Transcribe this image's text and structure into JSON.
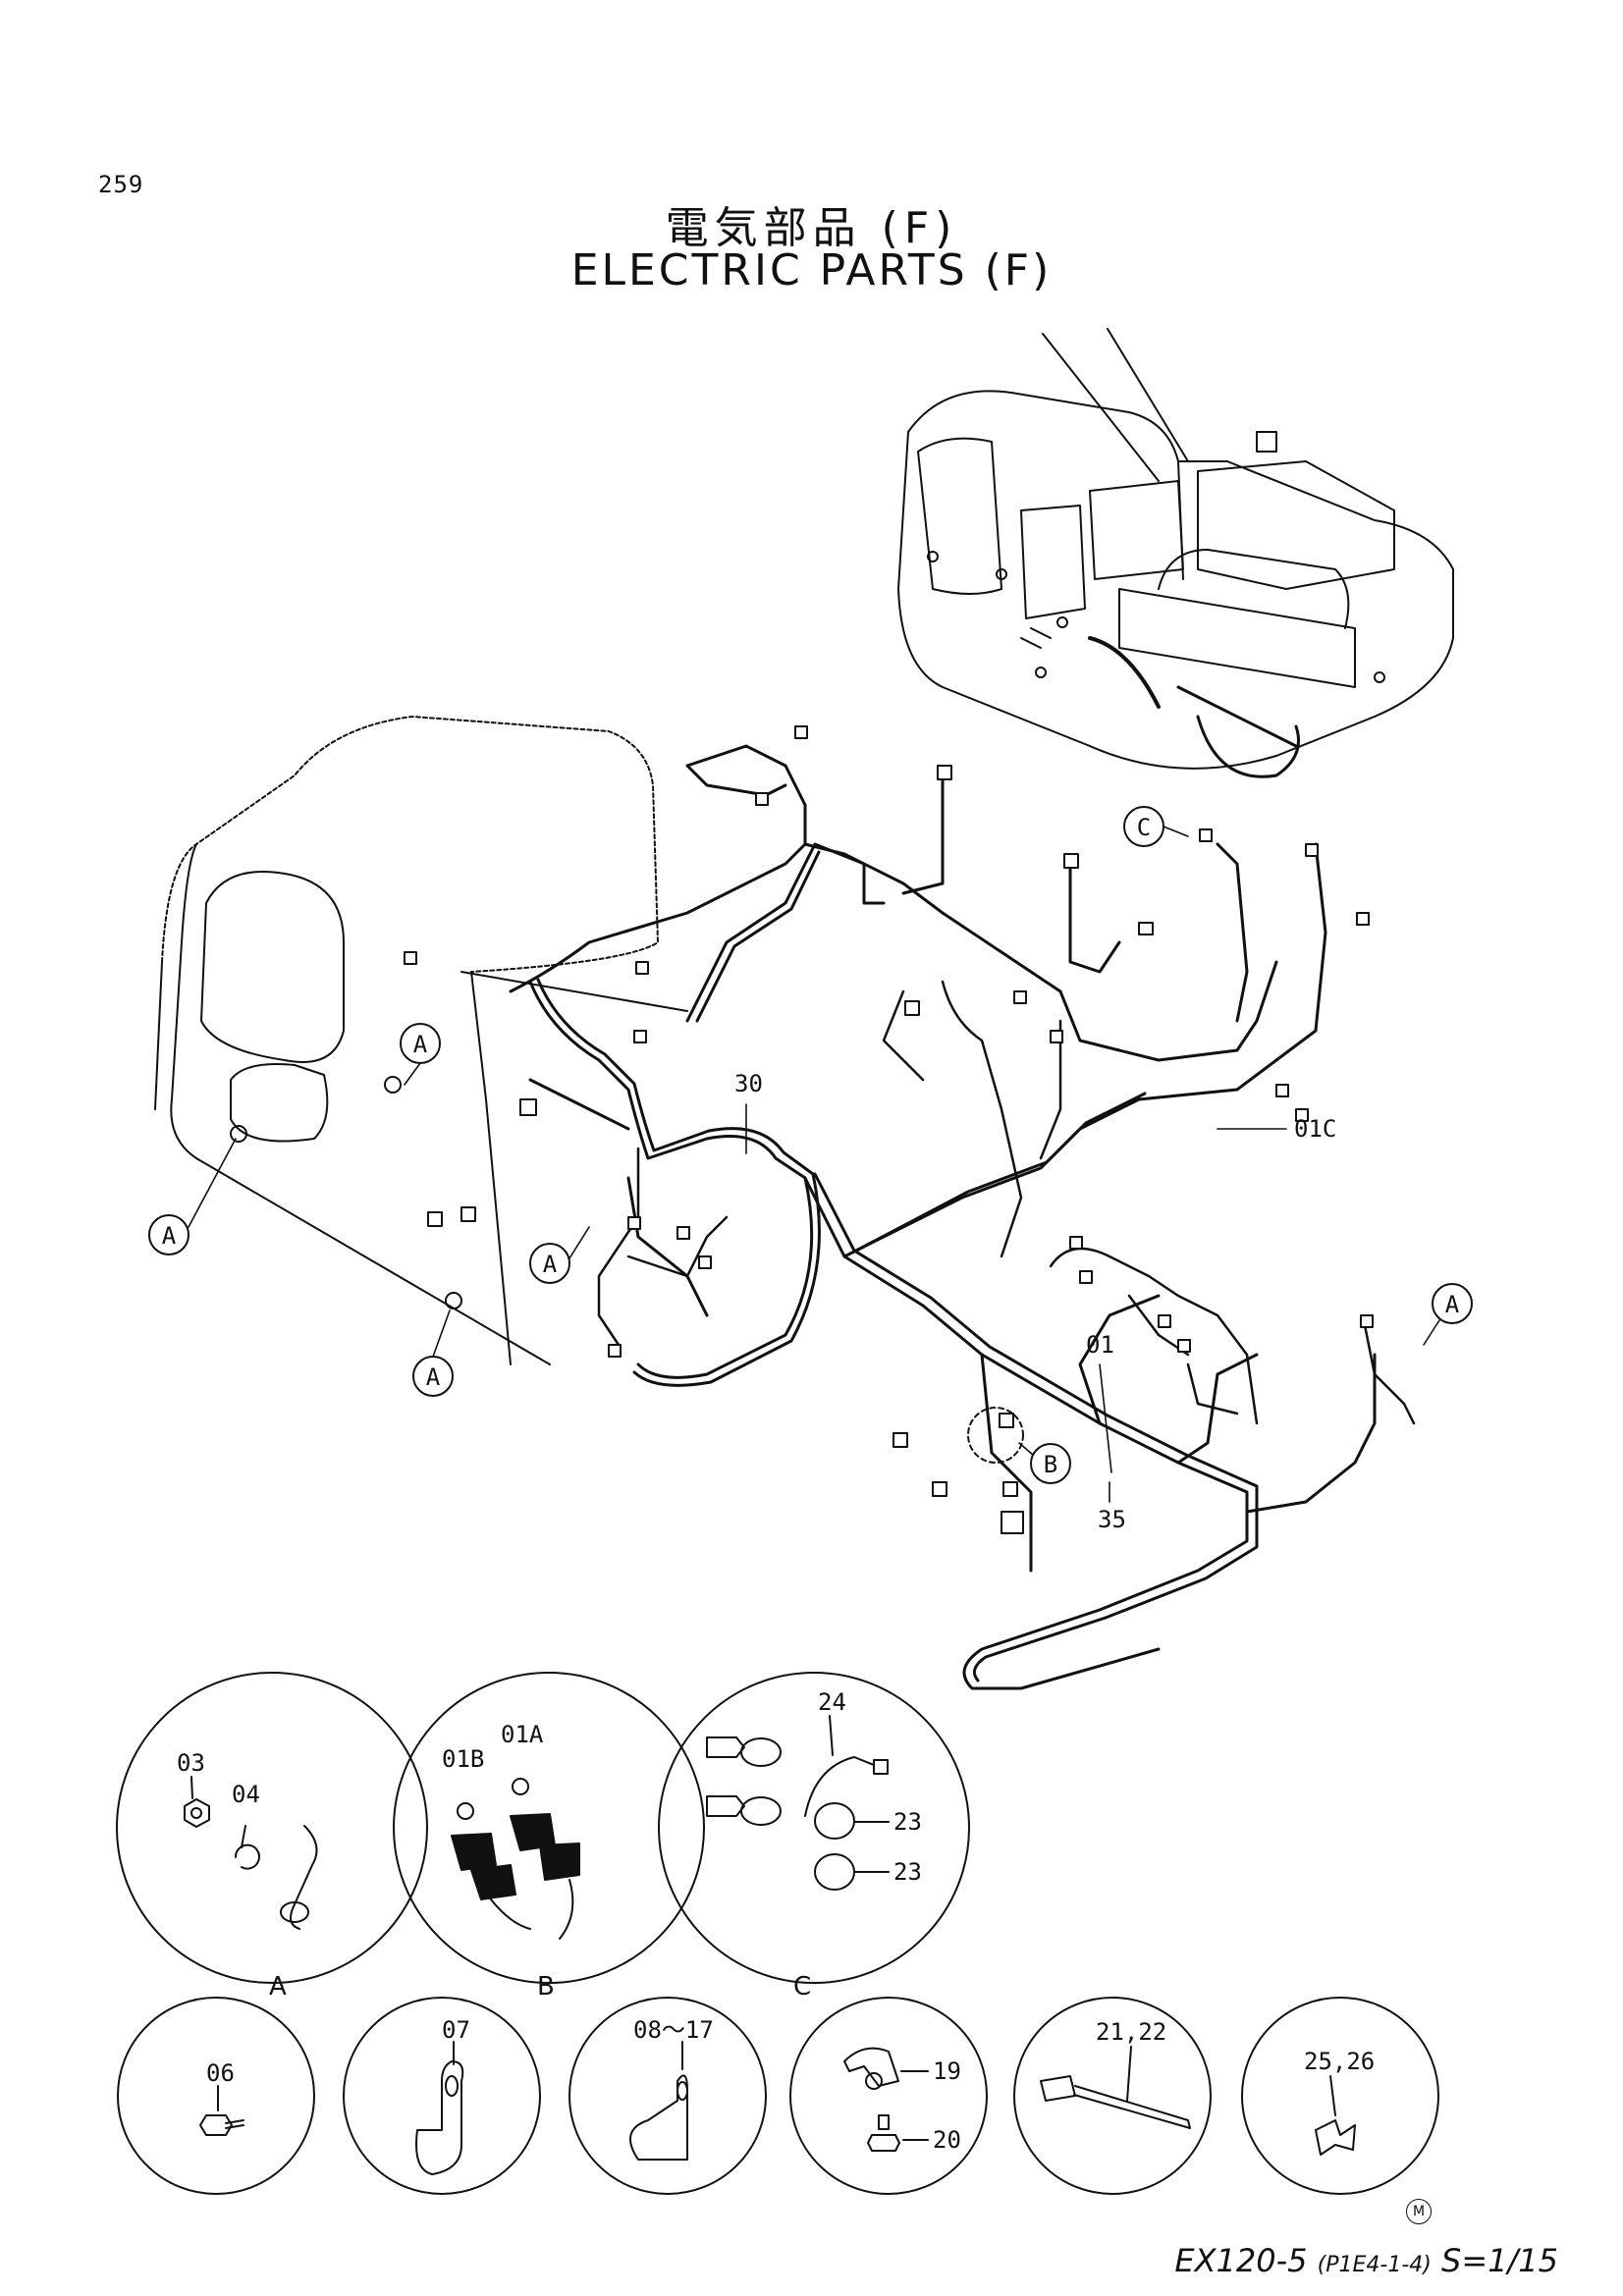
{
  "header": {
    "page_number": "259",
    "title_jp": "電気部品 (F)",
    "title_en": "ELECTRIC PARTS (F)"
  },
  "callouts": {
    "ref_a": "A",
    "ref_b": "B",
    "ref_c": "C",
    "p30": "30",
    "p01c": "01C",
    "p01": "01",
    "p35": "35"
  },
  "details": {
    "a": {
      "p03": "03",
      "p04": "04",
      "label": "A"
    },
    "b": {
      "p01b": "01B",
      "p01a": "01A",
      "label": "B"
    },
    "c": {
      "p24": "24",
      "p23a": "23",
      "p23b": "23",
      "label": "C"
    }
  },
  "parts": {
    "p06": "06",
    "p07": "07",
    "p08_17": "08～17",
    "p19": "19",
    "p20": "20",
    "p21_22": "21,22",
    "p25_26": "25,26"
  },
  "footer": {
    "mark": "M",
    "model": "EX120-5",
    "code": "(P1E4-1-4)",
    "scale": "S=1/15"
  }
}
